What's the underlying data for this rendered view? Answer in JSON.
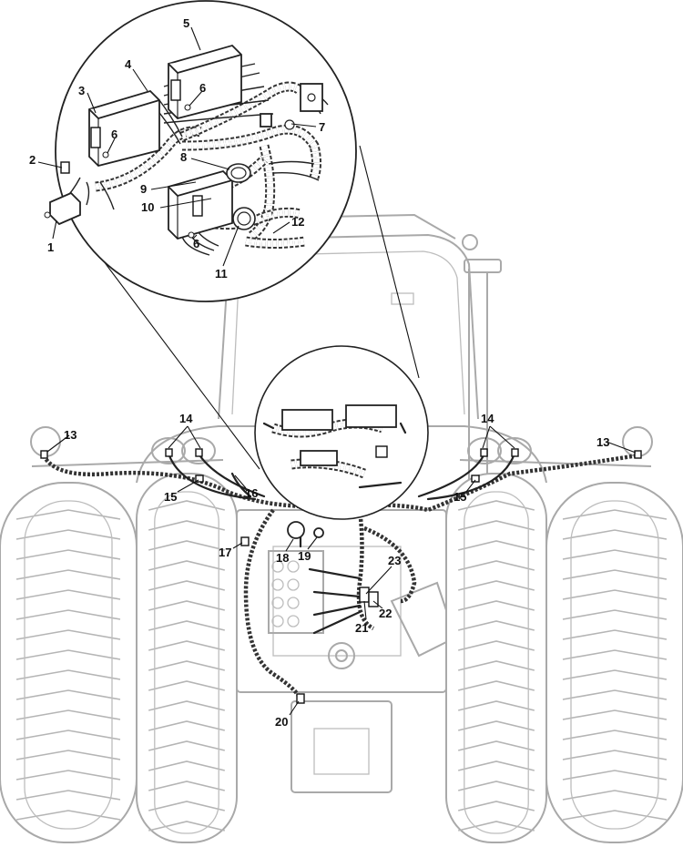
{
  "callouts": {
    "c1": "1",
    "c2": "2",
    "c3": "3",
    "c4": "4",
    "c5": "5",
    "c6a": "6",
    "c6b": "6",
    "c6c": "6",
    "c7": "7",
    "c8": "8",
    "c9": "9",
    "c10": "10",
    "c11": "11",
    "c12": "12",
    "c13l": "13",
    "c13r": "13",
    "c14l": "14",
    "c14r": "14",
    "c15l": "15",
    "c15r": "15",
    "c16": "16",
    "c17": "17",
    "c18": "18",
    "c19": "19",
    "c20": "20",
    "c21": "21",
    "c22": "22",
    "c23": "23"
  },
  "colors": {
    "line_art": "#222222",
    "tractor_outline": "#a9a9a9",
    "background": "#ffffff"
  }
}
